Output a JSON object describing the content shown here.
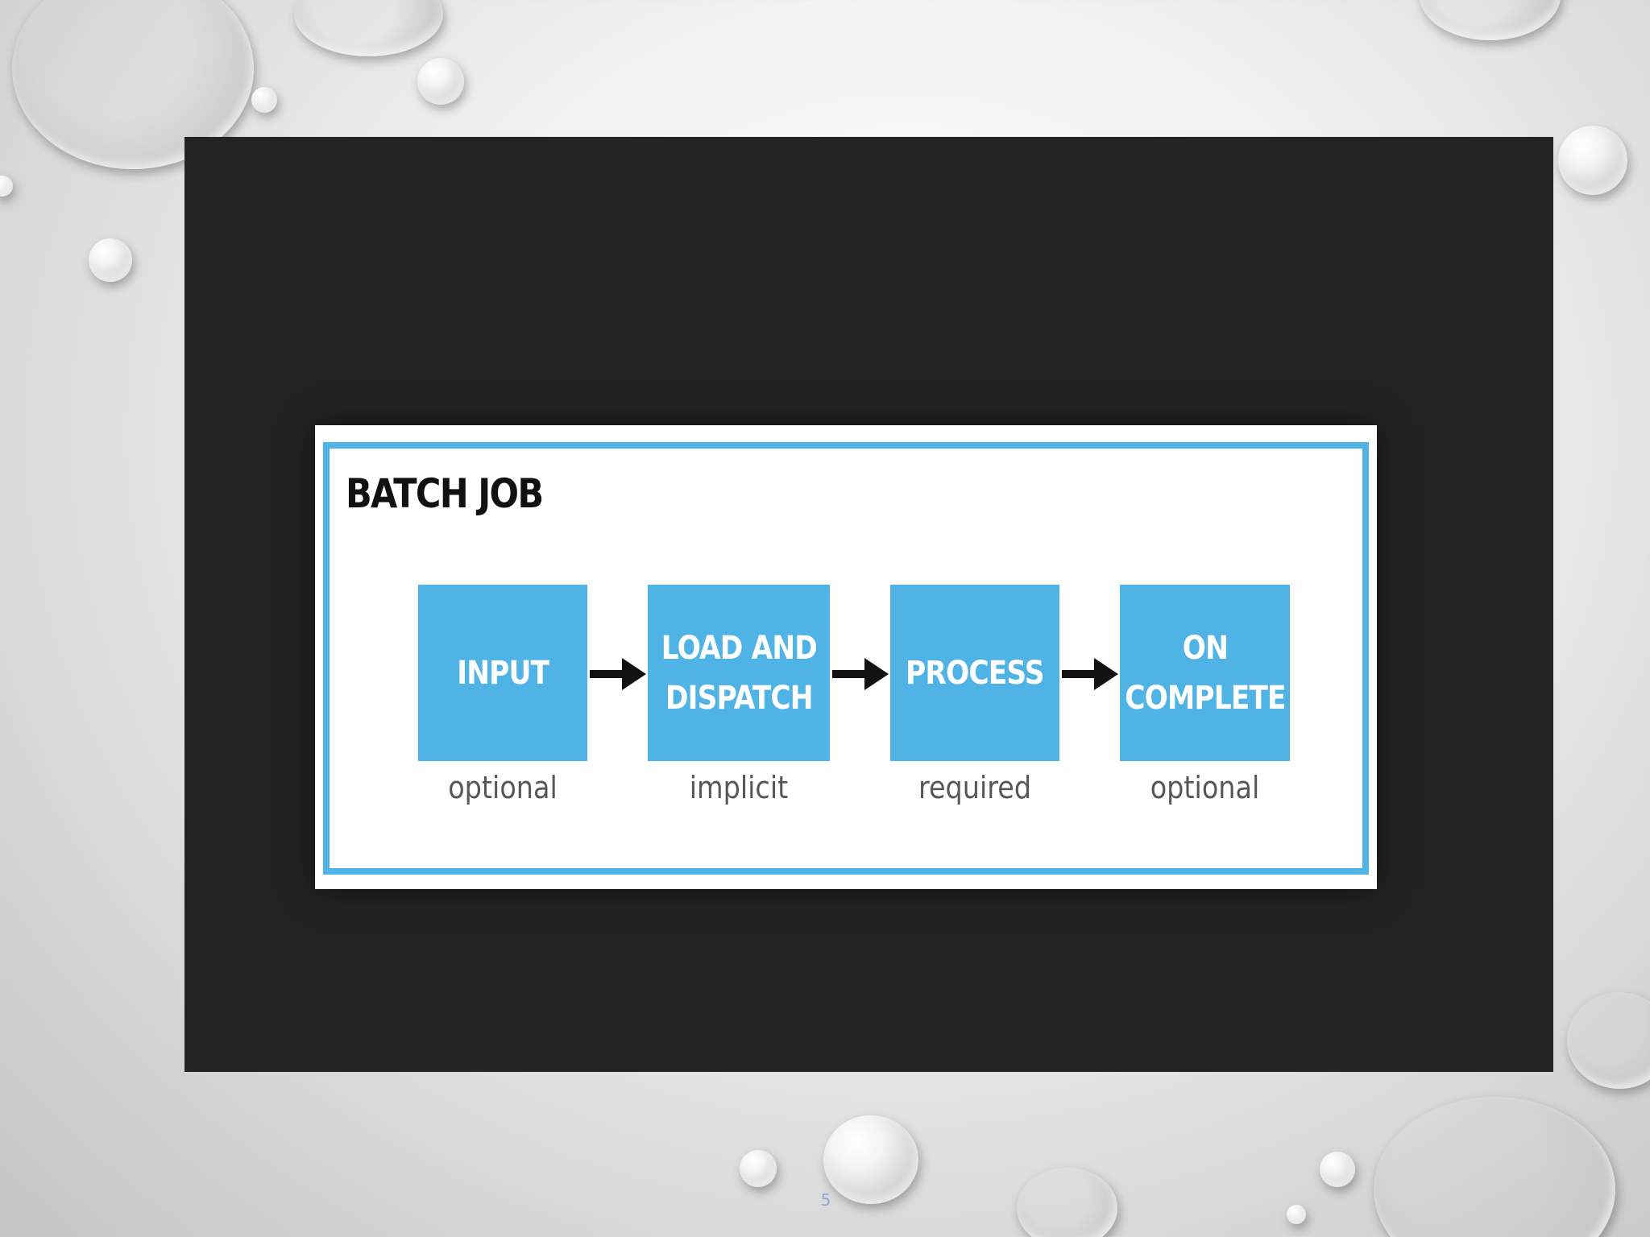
{
  "diagram": {
    "title": "BATCH JOB",
    "steps": [
      {
        "label": "INPUT",
        "note": "optional"
      },
      {
        "label": "LOAD AND\nDISPATCH",
        "note": "implicit"
      },
      {
        "label": "PROCESS",
        "note": "required"
      },
      {
        "label": "ON\nCOMPLETE",
        "note": "optional"
      }
    ]
  },
  "slide": {
    "page_number": "5"
  },
  "colors": {
    "accent_blue": "#4fb3e6",
    "panel_dark": "#232323",
    "note_gray": "#575757"
  }
}
